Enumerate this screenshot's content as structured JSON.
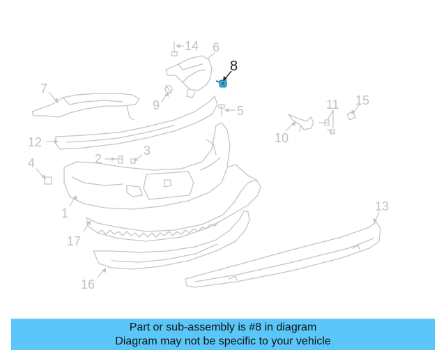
{
  "diagram": {
    "highlighted_part": "8",
    "callouts": {
      "c1": "1",
      "c2": "2",
      "c3": "3",
      "c4": "4",
      "c5": "5",
      "c6": "6",
      "c7": "7",
      "c8": "8",
      "c9": "9",
      "c10": "10",
      "c11": "11",
      "c12": "12",
      "c13": "13",
      "c14": "14",
      "c15": "15",
      "c16": "16",
      "c17": "17"
    },
    "colors": {
      "line_art": "#c4c4c4",
      "highlight_part": "#3aa9d8",
      "banner": "#5bc7f8"
    }
  },
  "banner": {
    "line1": "Part or sub-assembly is #8 in diagram",
    "line2": "Diagram may not be specific to your vehicle"
  }
}
